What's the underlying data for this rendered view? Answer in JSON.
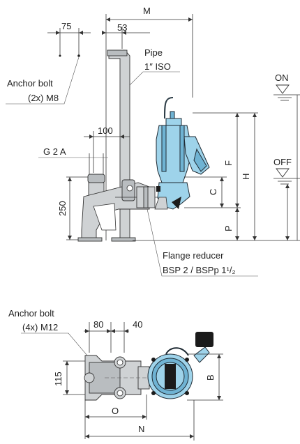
{
  "side_view": {
    "dim_m": "M",
    "dim_75": "75",
    "dim_53": "53",
    "pipe_label": "Pipe",
    "pipe_size": "1″ ISO",
    "anchor_bolt_label": "Anchor bolt",
    "anchor_bolt_spec": "(2x) M8",
    "dim_100": "100",
    "thread_label": "G 2 A",
    "dim_250": "250",
    "dim_c": "C",
    "dim_f": "F",
    "dim_h": "H",
    "dim_p": "P",
    "on_label": "ON",
    "off_label": "OFF",
    "flange_label": "Flange reducer",
    "flange_spec": "BSP 2 / BSPp 1¹/₂"
  },
  "top_view": {
    "anchor_bolt_label": "Anchor bolt",
    "anchor_bolt_spec": "(4x) M12",
    "dim_80": "80",
    "dim_40": "40",
    "dim_115": "115",
    "dim_b": "B",
    "dim_o": "O",
    "dim_n": "N"
  },
  "colors": {
    "pump_body": "#9ed3ea",
    "pump_shade": "#6fb3d3",
    "frame": "#cfd2d4"
  }
}
